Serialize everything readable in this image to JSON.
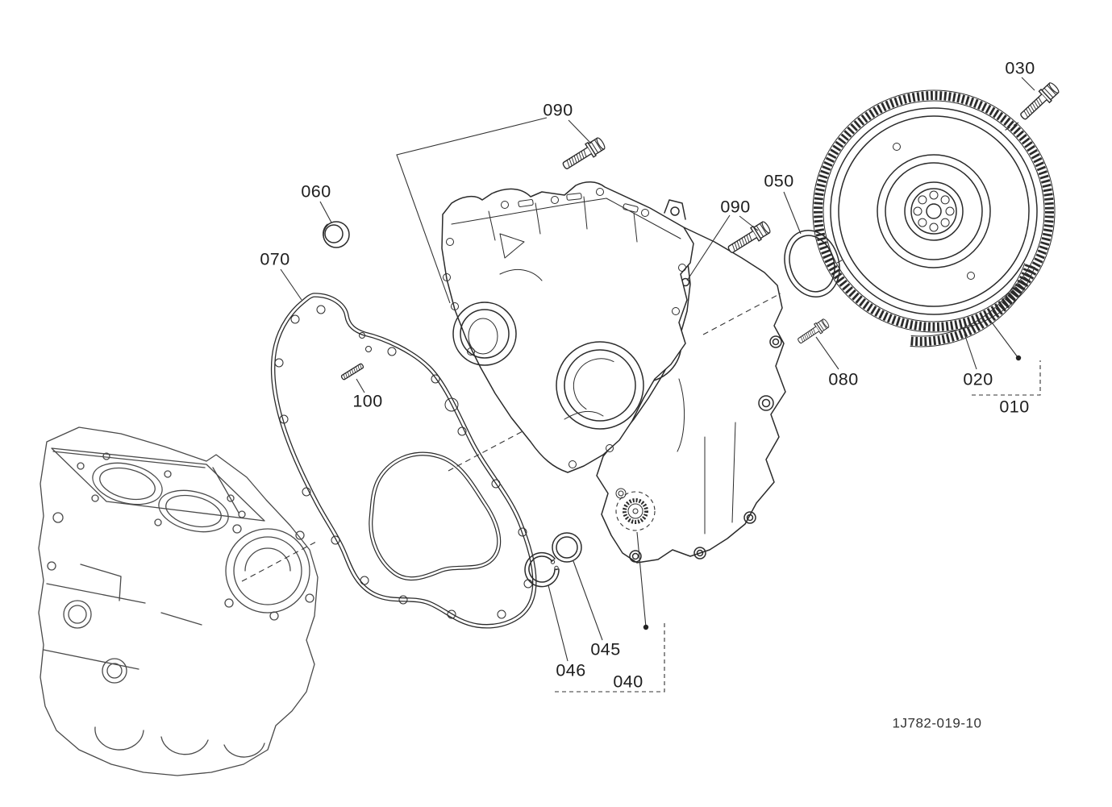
{
  "drawing_number": "1J782-019-10",
  "colors": {
    "line": "#2b2b2b",
    "background": "#ffffff"
  },
  "callouts": {
    "c030": {
      "label": "030"
    },
    "c090a": {
      "label": "090"
    },
    "c060": {
      "label": "060"
    },
    "c050": {
      "label": "050"
    },
    "c090b": {
      "label": "090"
    },
    "c070": {
      "label": "070"
    },
    "c100": {
      "label": "100"
    },
    "c080": {
      "label": "080"
    },
    "c020": {
      "label": "020"
    },
    "c010": {
      "label": "010"
    },
    "c045": {
      "label": "045"
    },
    "c046": {
      "label": "046"
    },
    "c040": {
      "label": "040"
    }
  }
}
